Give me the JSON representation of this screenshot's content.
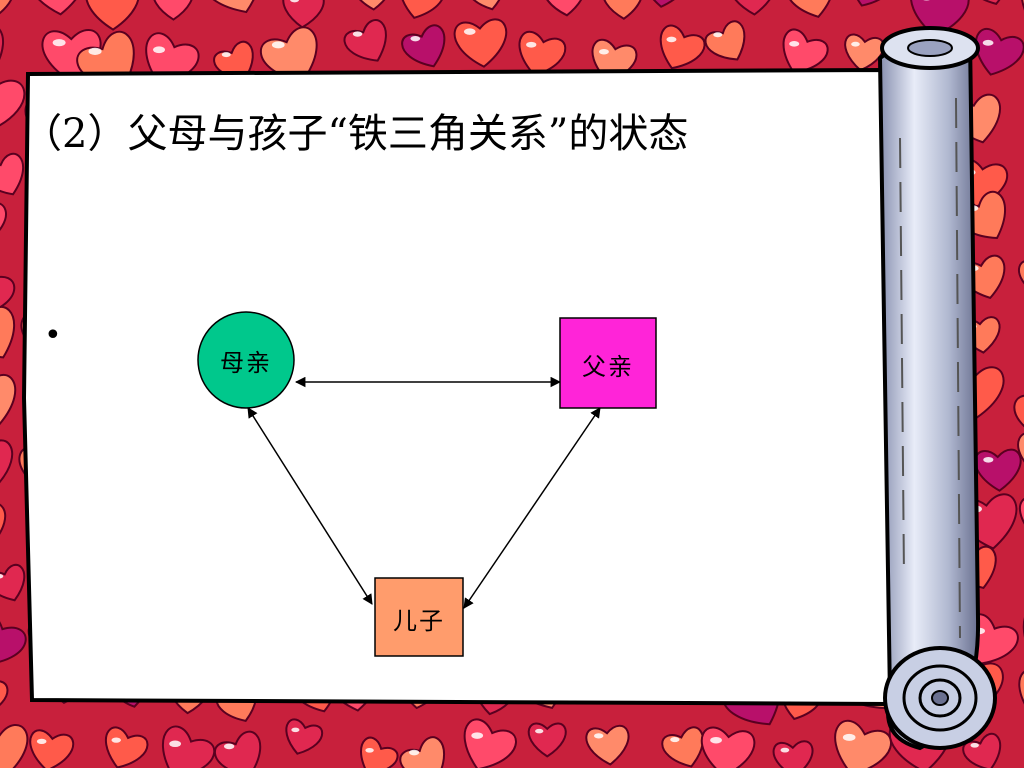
{
  "slide": {
    "title": "（2）父母与孩子“铁三角关系”的状态",
    "bullet": "•"
  },
  "diagram": {
    "nodes": {
      "mother": {
        "label": "母亲",
        "shape": "circle",
        "fill": "#00c88c"
      },
      "father": {
        "label": "父亲",
        "shape": "square",
        "fill": "#ff24d8"
      },
      "son": {
        "label": "儿子",
        "shape": "square",
        "fill": "#ff9c6c"
      }
    },
    "edges": [
      {
        "from": "mother",
        "to": "father",
        "arrows": "both"
      },
      {
        "from": "mother",
        "to": "son",
        "arrows": "both"
      },
      {
        "from": "father",
        "to": "son",
        "arrows": "both"
      }
    ]
  },
  "colors": {
    "background": "#c8203c",
    "paper": "#ffffff",
    "scroll": "#b8c0d8"
  }
}
